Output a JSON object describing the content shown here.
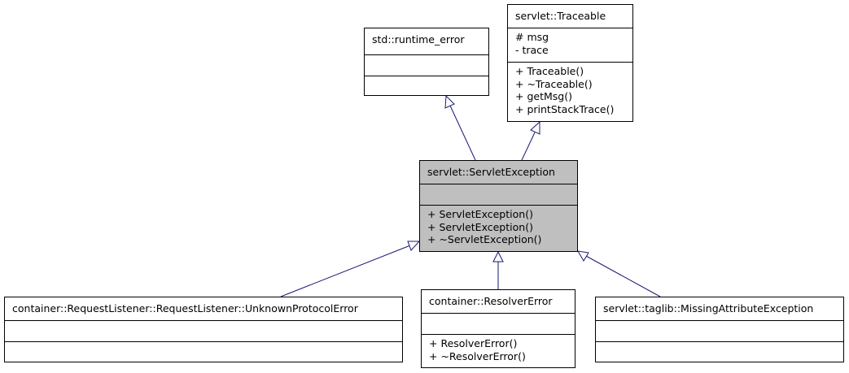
{
  "classes": {
    "runtime_error": {
      "name": "std::runtime_error",
      "attributes": [],
      "methods": []
    },
    "traceable": {
      "name": "servlet::Traceable",
      "attributes": [
        "# msg",
        "- trace"
      ],
      "methods": [
        "+ Traceable()",
        "+ ~Traceable()",
        "+ getMsg()",
        "+ printStackTrace()"
      ]
    },
    "servlet_exception": {
      "name": "servlet::ServletException",
      "attributes": [],
      "methods": [
        "+ ServletException()",
        "+ ServletException()",
        "+ ~ServletException()"
      ]
    },
    "unknown_protocol_error": {
      "name": "container::RequestListener::RequestListener::UnknownProtocolError",
      "attributes": [],
      "methods": []
    },
    "resolver_error": {
      "name": "container::ResolverError",
      "attributes": [],
      "methods": [
        "+ ResolverError()",
        "+ ~ResolverError()"
      ]
    },
    "missing_attribute_exception": {
      "name": "servlet::taglib::MissingAttributeException",
      "attributes": [],
      "methods": []
    }
  },
  "edge_color": "#191970",
  "highlight_color": "#bfbfbf"
}
